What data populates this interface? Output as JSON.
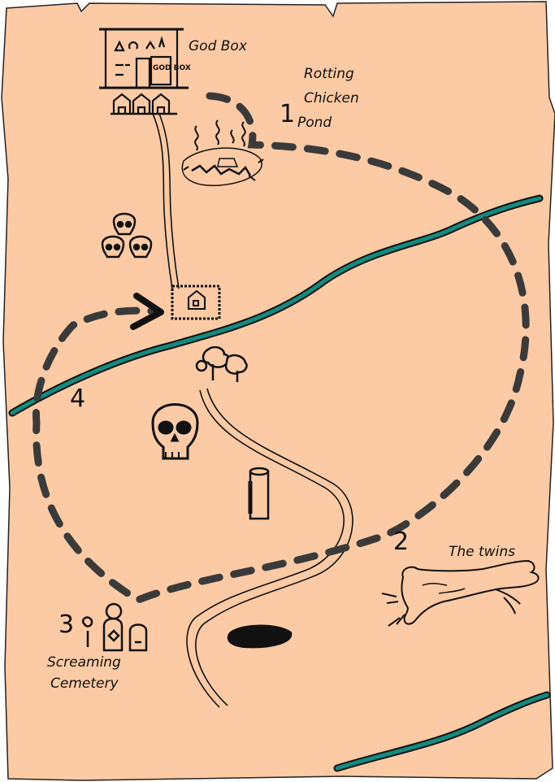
{
  "colors": {
    "parchment": "#fccaa4",
    "ink": "#111111",
    "river": "#148a80",
    "route": "#3a3a3a"
  },
  "labels": {
    "god_box": "God Box",
    "god_box_door": "GOD BOX",
    "rotting_line1": "Rotting",
    "rotting_line2": "Chicken",
    "rotting_line3": "Pond",
    "twins": "The twins",
    "cemetery_line1": "Screaming",
    "cemetery_line2": "Cemetery"
  },
  "waypoints": {
    "n1": "1",
    "n2": "2",
    "n3": "3",
    "n4": "4"
  },
  "icons": [
    "god-box-building",
    "stink-lines-icon",
    "chicken-pond-icon",
    "skull-pile-icon",
    "fenced-house-icon",
    "trees-icon",
    "large-skull-icon",
    "stone-pillar-icon",
    "pit-hole-icon",
    "twins-figure-icon",
    "tombstones-icon",
    "arrow-head-icon"
  ]
}
